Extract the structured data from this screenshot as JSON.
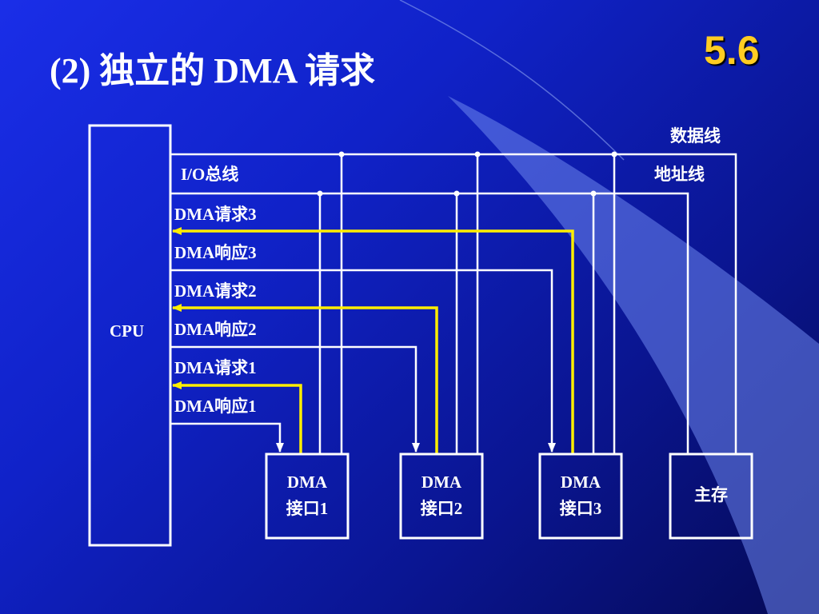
{
  "slide": {
    "title": "(2) 独立的 DMA 请求",
    "section": "5.6"
  },
  "diagram": {
    "cpu_label": "CPU",
    "bus_label": "I/O总线",
    "data_line_label": "数据线",
    "address_line_label": "地址线",
    "signals": [
      "DMA请求3",
      "DMA响应3",
      "DMA请求2",
      "DMA响应2",
      "DMA请求1",
      "DMA响应1"
    ],
    "devices": [
      {
        "line1": "DMA",
        "line2": "接口1"
      },
      {
        "line1": "DMA",
        "line2": "接口2"
      },
      {
        "line1": "DMA",
        "line2": "接口3"
      },
      {
        "line1": "主存",
        "line2": ""
      }
    ]
  },
  "colors": {
    "background": "#1424d8",
    "request_line": "#ffee00",
    "section_number": "#ffcc22",
    "line": "#ffffff"
  }
}
